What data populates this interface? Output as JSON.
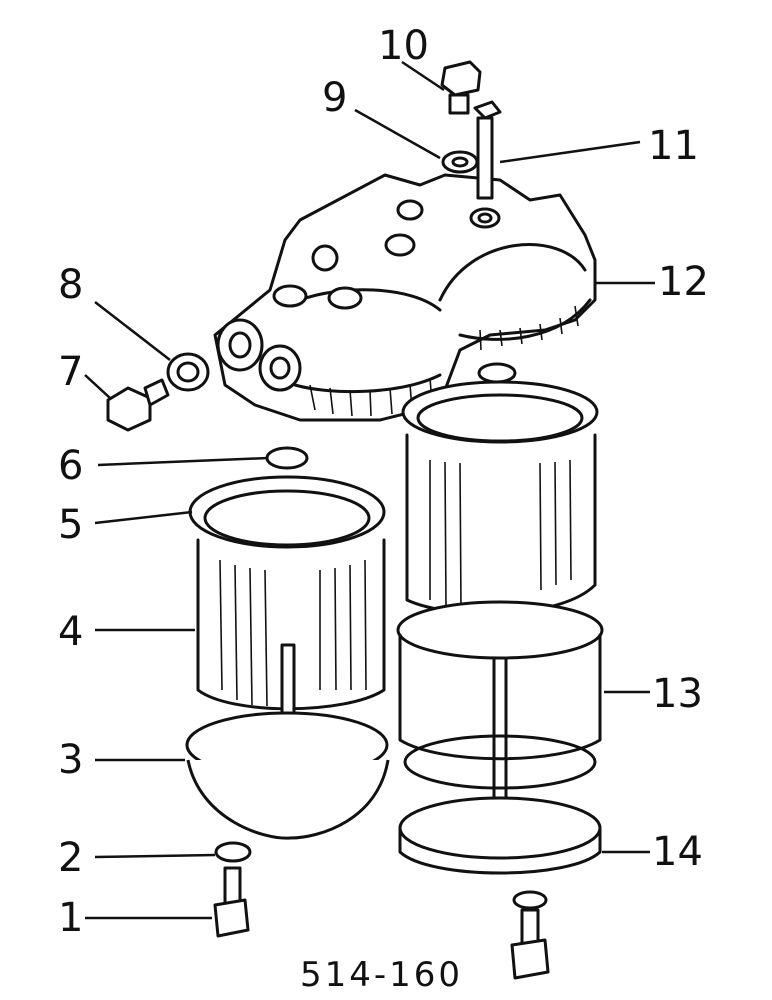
{
  "diagram": {
    "caption": "514-160",
    "callouts": [
      {
        "id": "1",
        "label": "1"
      },
      {
        "id": "2",
        "label": "2"
      },
      {
        "id": "3",
        "label": "3"
      },
      {
        "id": "4",
        "label": "4"
      },
      {
        "id": "5",
        "label": "5"
      },
      {
        "id": "6",
        "label": "6"
      },
      {
        "id": "7",
        "label": "7"
      },
      {
        "id": "8",
        "label": "8"
      },
      {
        "id": "9",
        "label": "9"
      },
      {
        "id": "10",
        "label": "10"
      },
      {
        "id": "11",
        "label": "11"
      },
      {
        "id": "12",
        "label": "12"
      },
      {
        "id": "13",
        "label": "13"
      },
      {
        "id": "14",
        "label": "14"
      }
    ],
    "colors": {
      "ink": "#111111",
      "paper": "#ffffff"
    }
  }
}
